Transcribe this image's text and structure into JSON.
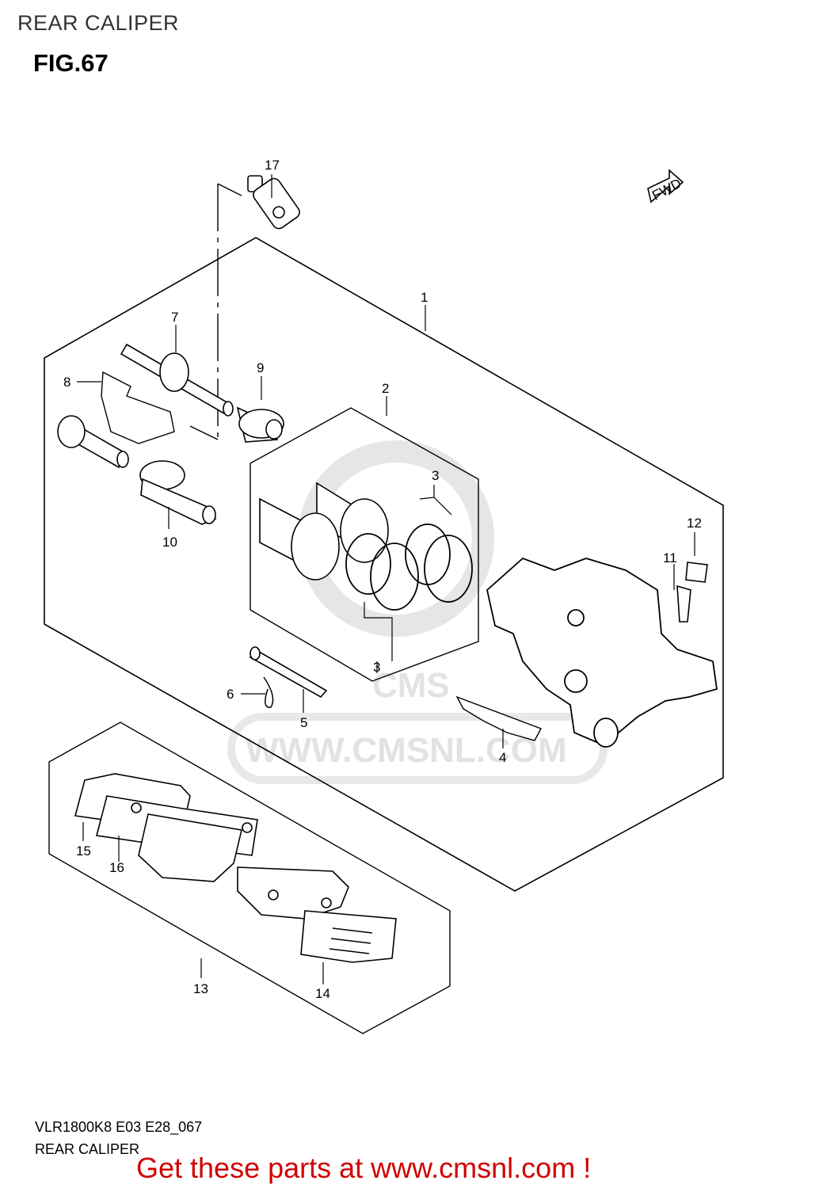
{
  "header": {
    "title": "REAR CALIPER",
    "figure": "FIG.67"
  },
  "diagram": {
    "fwd_label": "FWD",
    "watermark": "WWW.CMSNL.COM",
    "watermark_logo": "CMS",
    "parts": {
      "p1": "1",
      "p2": "2",
      "p3a": "3",
      "p3b": "3",
      "p4": "4",
      "p5": "5",
      "p6": "6",
      "p7": "7",
      "p8": "8",
      "p9": "9",
      "p10": "10",
      "p11": "11",
      "p12": "12",
      "p13": "13",
      "p14": "14",
      "p15": "15",
      "p16": "16",
      "p17": "17"
    }
  },
  "footer": {
    "code": "VLR1800K8 E03 E28_067",
    "subtitle": "REAR CALIPER",
    "promo": "Get these parts at www.cmsnl.com !"
  },
  "colors": {
    "promo": "#d10000",
    "line": "#000000",
    "watermark": "#e2e2e2"
  }
}
